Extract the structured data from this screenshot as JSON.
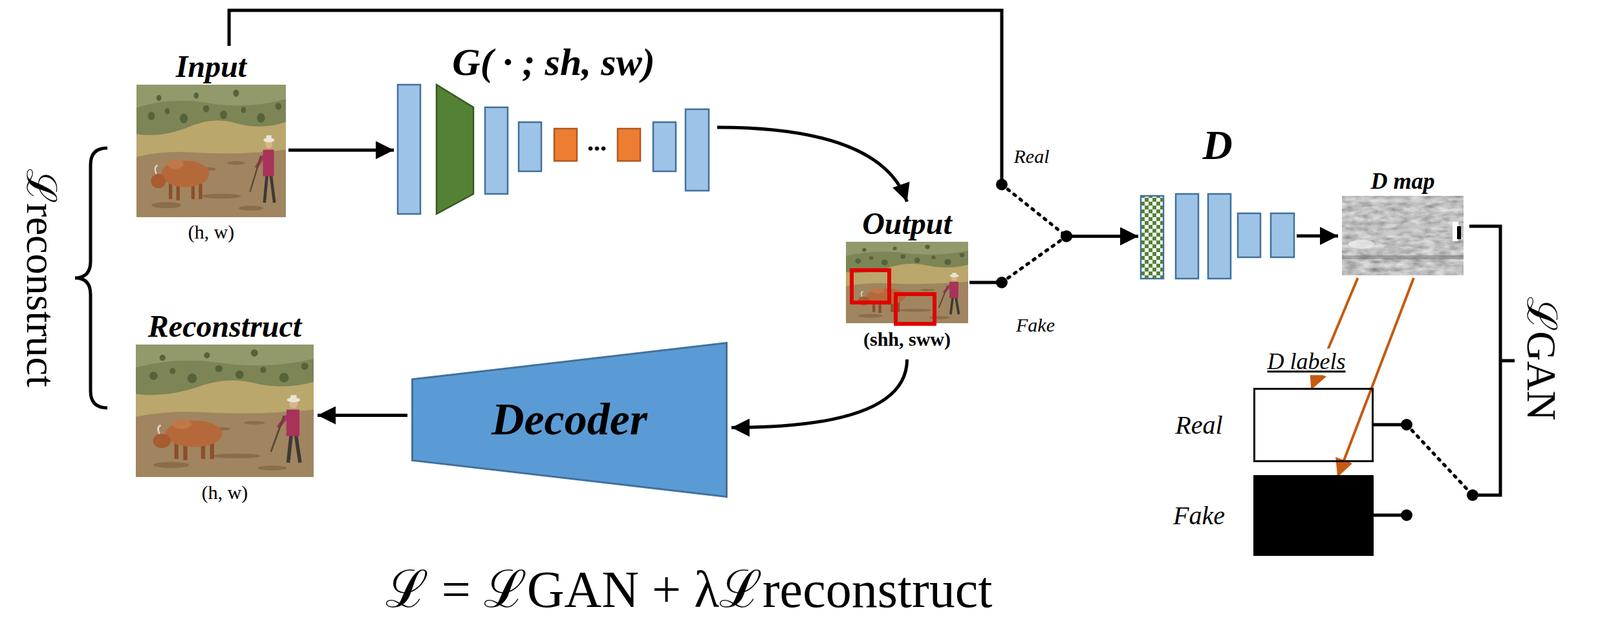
{
  "diagram": {
    "nodes": [
      {
        "text": [
          "Input",
          "(h, w)"
        ]
      },
      {
        "text": [
          "G( · ; sh, sw)"
        ]
      },
      {
        "text": [
          "Output",
          "(shh, sww)"
        ]
      },
      {
        "text": [
          "Reconstruct",
          "(h, w)"
        ]
      },
      {
        "text": [
          "Decoder"
        ]
      },
      {
        "text": [
          "D"
        ]
      },
      {
        "text": [
          "D map"
        ]
      },
      {
        "text": [
          "Real"
        ]
      },
      {
        "text": [
          "Fake"
        ]
      }
    ],
    "edges": [
      {
        "from": 0,
        "to": 1,
        "arrow": "to"
      },
      {
        "from": 1,
        "to": 2,
        "arrow": "to"
      },
      {
        "from": 2,
        "to": 4,
        "arrow": "to"
      },
      {
        "from": 4,
        "to": 3,
        "arrow": "to"
      },
      {
        "from": 0,
        "to": 5,
        "label": "Real",
        "arrow": "to"
      },
      {
        "from": 2,
        "to": 5,
        "label": "Fake",
        "arrow": "to"
      },
      {
        "from": 5,
        "to": 6,
        "arrow": "to"
      },
      {
        "from": 6,
        "to": 7,
        "arrow": "to"
      },
      {
        "from": 6,
        "to": 8,
        "arrow": "to"
      }
    ],
    "labels": [
      "ℒreconstruct",
      "...",
      "D labels",
      "ℒGAN",
      "ℒ = ℒGAN + λℒreconstruct"
    ]
  }
}
